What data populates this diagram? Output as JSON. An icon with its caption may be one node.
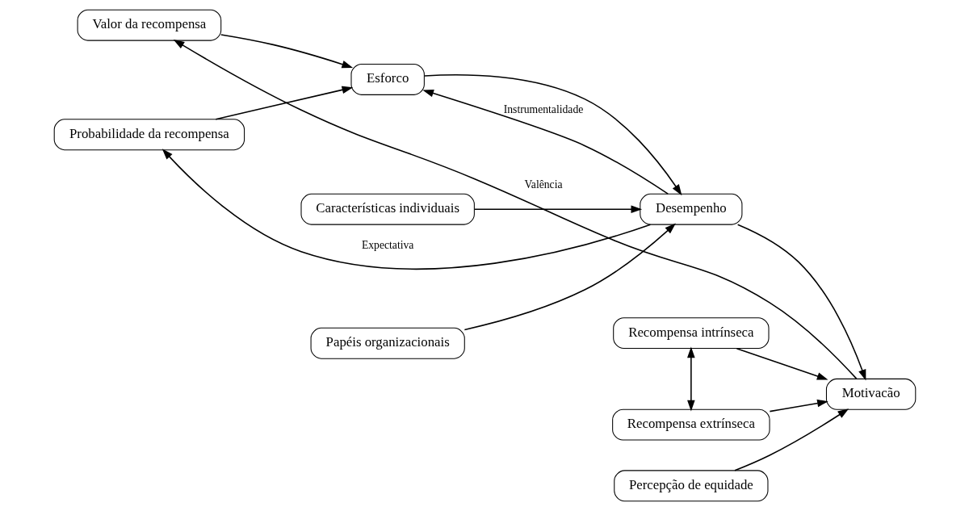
{
  "diagram": {
    "nodes": [
      {
        "text": [
          "Valor da recompensa"
        ]
      },
      {
        "text": [
          "Características individuais"
        ]
      },
      {
        "text": [
          "Recompensa intrínseca"
        ]
      },
      {
        "text": [
          "Esforco"
        ]
      },
      {
        "text": [
          "Desempenho"
        ]
      },
      {
        "text": [
          "Motivacão"
        ]
      },
      {
        "text": [
          "Probabilidade da recompensa"
        ]
      },
      {
        "text": [
          "Papéis organizacionais"
        ]
      },
      {
        "text": [
          "Recompensa extrínseca"
        ]
      },
      {
        "text": [
          "Percepção de equidade"
        ]
      }
    ],
    "edges": [
      {
        "from": 0,
        "to": 3,
        "arrow": "to"
      },
      {
        "from": 6,
        "to": 3,
        "arrow": "to"
      },
      {
        "from": 3,
        "to": 4,
        "arrow": "to"
      },
      {
        "from": 1,
        "to": 4,
        "arrow": "to"
      },
      {
        "from": 7,
        "to": 4,
        "arrow": "to"
      },
      {
        "from": 4,
        "to": 3,
        "arrow": "to",
        "label": "Instrumentalidade"
      },
      {
        "from": 4,
        "to": 6,
        "arrow": "to",
        "label": "Expectativa"
      },
      {
        "from": 2,
        "to": 8,
        "arrow": "both"
      },
      {
        "from": 4,
        "to": 5,
        "arrow": "to"
      },
      {
        "from": 2,
        "to": 5,
        "arrow": "to"
      },
      {
        "from": 8,
        "to": 5,
        "arrow": "to"
      },
      {
        "from": 9,
        "to": 5,
        "arrow": "to"
      },
      {
        "from": 5,
        "to": 0,
        "arrow": "to",
        "label": "Valência"
      }
    ]
  }
}
